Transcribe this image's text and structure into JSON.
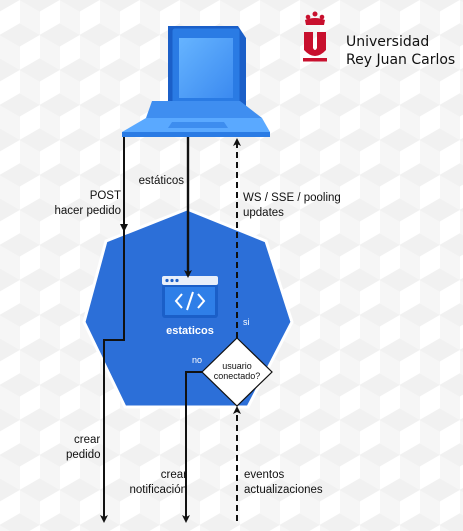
{
  "logo": {
    "line1": "Universidad",
    "line2": "Rey Juan Carlos",
    "mark_color": "#c8102e"
  },
  "nodes": {
    "client": "laptop-icon",
    "cluster": "heptagon",
    "service_icon": "code-window-icon",
    "service_label": "estaticos",
    "decision_label": "usuario\nconectado?"
  },
  "labels": {
    "post": "POST\nhacer pedido",
    "static": "estáticos",
    "ws": "WS / SSE / pooling\nupdates",
    "si": "si",
    "no": "no",
    "create_order": "crear\npedido",
    "create_notification": "crear\nnotificación",
    "events": "eventos\nactualizaciones"
  },
  "colors": {
    "cluster_fill": "#2c6fd8",
    "cluster_stroke": "#ffffff",
    "laptop_screen": "#5aa9ff",
    "laptop_frame": "#2a7be4",
    "laptop_base": "#3f8ef0",
    "arrow": "#111111"
  }
}
